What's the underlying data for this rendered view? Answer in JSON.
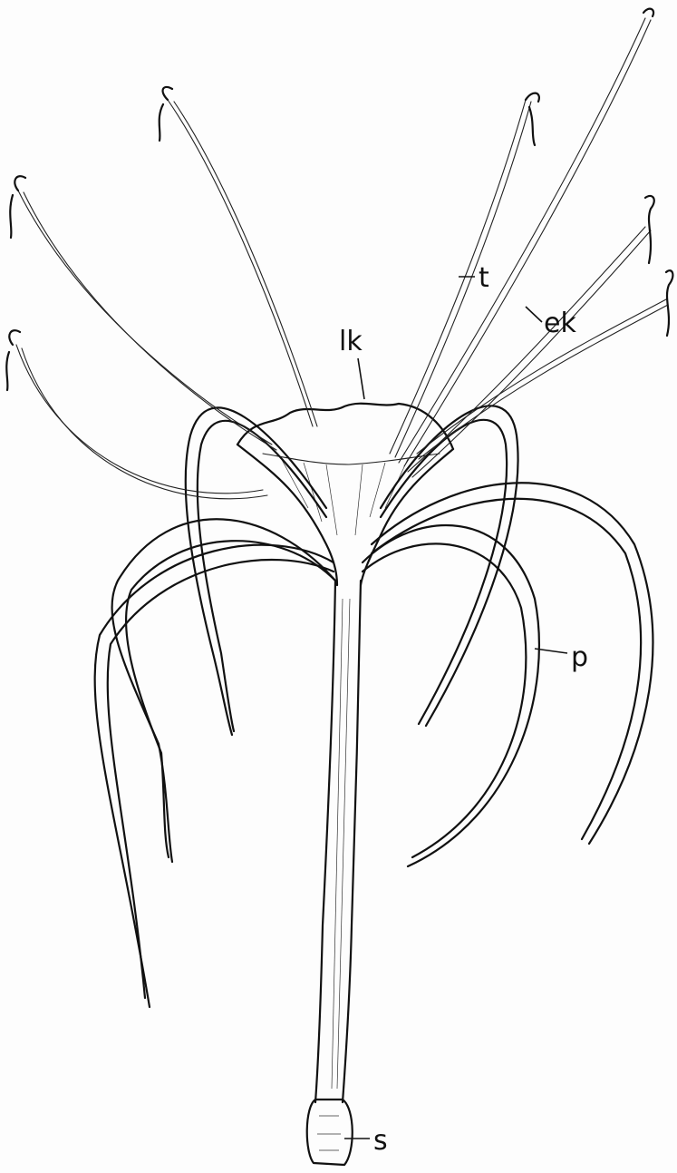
{
  "labels": {
    "t": "t",
    "ek": "ek",
    "lk": "lk",
    "p": "p",
    "s": "s"
  },
  "colors": {
    "ink": "#111111",
    "paper": "#fdfdfd"
  }
}
